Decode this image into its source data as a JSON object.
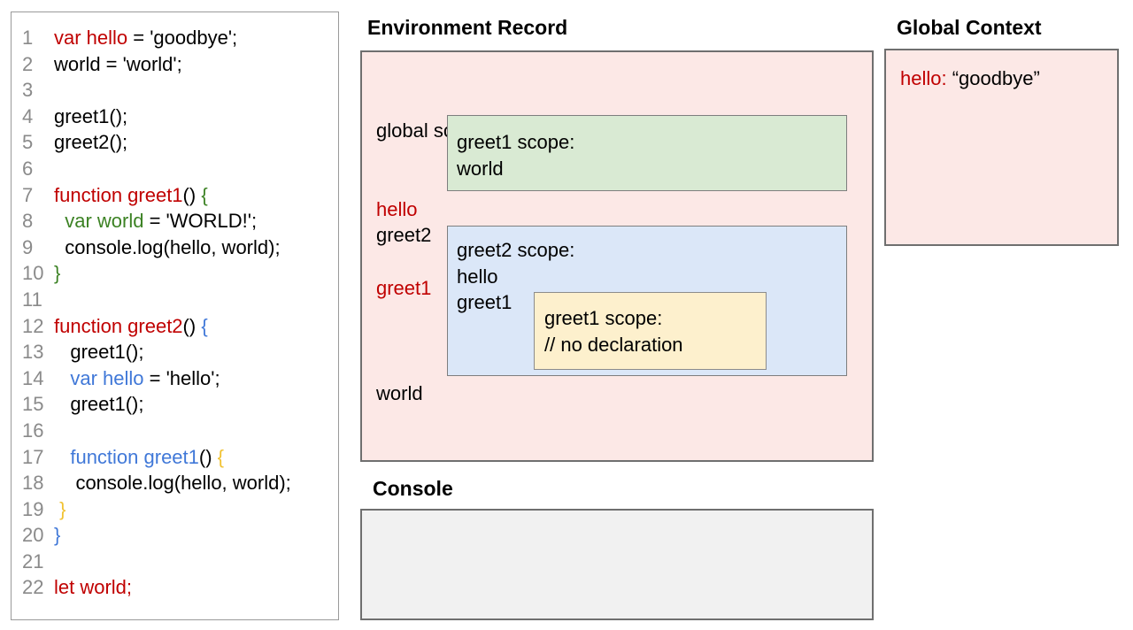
{
  "colors": {
    "red": "#c00000",
    "green": "#3c8224",
    "blue": "#4078d8",
    "gold": "#f1c232",
    "black": "#000000",
    "pink_fill": "#fce8e6",
    "green_fill": "#d9ead3",
    "blue_fill": "#dbe7f8",
    "yellow_fill": "#fdf0cd",
    "console_fill": "#f1f1f1"
  },
  "code_panel": {
    "lines": [
      {
        "n": "1",
        "segs": [
          {
            "t": "var hello",
            "c": "red"
          },
          {
            "t": " = 'goodbye';",
            "c": "black"
          }
        ]
      },
      {
        "n": "2",
        "segs": [
          {
            "t": "world = 'world';",
            "c": "black"
          }
        ]
      },
      {
        "n": "3",
        "segs": []
      },
      {
        "n": "4",
        "segs": [
          {
            "t": "greet1();",
            "c": "black"
          }
        ]
      },
      {
        "n": "5",
        "segs": [
          {
            "t": "greet2();",
            "c": "black"
          }
        ]
      },
      {
        "n": "6",
        "segs": []
      },
      {
        "n": "7",
        "segs": [
          {
            "t": "function greet1",
            "c": "red"
          },
          {
            "t": "() ",
            "c": "black"
          },
          {
            "t": "{",
            "c": "green"
          }
        ]
      },
      {
        "n": "8",
        "segs": [
          {
            "t": "  ",
            "c": "black"
          },
          {
            "t": "var world",
            "c": "green"
          },
          {
            "t": " = 'WORLD!';",
            "c": "black"
          }
        ]
      },
      {
        "n": "9",
        "segs": [
          {
            "t": "  console.log(hello, world);",
            "c": "black"
          }
        ]
      },
      {
        "n": "10",
        "segs": [
          {
            "t": "}",
            "c": "green"
          }
        ]
      },
      {
        "n": "11",
        "segs": []
      },
      {
        "n": "12",
        "segs": [
          {
            "t": "function greet2",
            "c": "red"
          },
          {
            "t": "() ",
            "c": "black"
          },
          {
            "t": "{",
            "c": "blue"
          }
        ]
      },
      {
        "n": "13",
        "segs": [
          {
            "t": "   greet1();",
            "c": "black"
          }
        ]
      },
      {
        "n": "14",
        "segs": [
          {
            "t": "   ",
            "c": "black"
          },
          {
            "t": "var hello",
            "c": "blue"
          },
          {
            "t": " = 'hello';",
            "c": "black"
          }
        ]
      },
      {
        "n": "15",
        "segs": [
          {
            "t": "   greet1();",
            "c": "black"
          }
        ]
      },
      {
        "n": "16",
        "segs": []
      },
      {
        "n": "17",
        "segs": [
          {
            "t": "   ",
            "c": "black"
          },
          {
            "t": "function greet1",
            "c": "blue"
          },
          {
            "t": "() ",
            "c": "black"
          },
          {
            "t": "{",
            "c": "gold"
          }
        ]
      },
      {
        "n": "18",
        "segs": [
          {
            "t": "    console.log(hello, world);",
            "c": "black"
          }
        ]
      },
      {
        "n": "19",
        "segs": [
          {
            "t": " ",
            "c": "black"
          },
          {
            "t": "}",
            "c": "gold"
          }
        ]
      },
      {
        "n": "20",
        "segs": [
          {
            "t": "}",
            "c": "blue"
          }
        ]
      },
      {
        "n": "21",
        "segs": []
      },
      {
        "n": "22",
        "segs": [
          {
            "t": "let world;",
            "c": "red"
          }
        ]
      }
    ]
  },
  "environment_record": {
    "title": "Environment Record",
    "global_scope_label": "global scope:",
    "global_vars": [
      "hello",
      "greet1"
    ],
    "greet2_var": "greet2",
    "world_var": "world",
    "greet1_scope": {
      "label": "greet1 scope:",
      "vars": [
        "world"
      ]
    },
    "greet2_scope": {
      "label": "greet2 scope:",
      "vars": [
        "hello",
        "greet1"
      ],
      "inner_greet1_scope": {
        "label": "greet1 scope:",
        "comment": "// no declaration"
      }
    }
  },
  "global_context": {
    "title": "Global Context",
    "entry_key": "hello:",
    "entry_value": "“goodbye”"
  },
  "console_panel": {
    "title": "Console"
  }
}
